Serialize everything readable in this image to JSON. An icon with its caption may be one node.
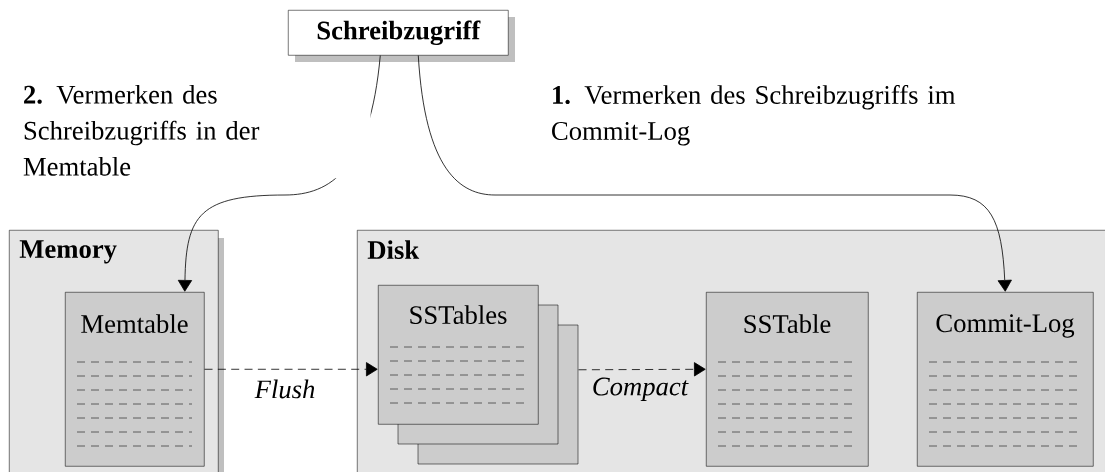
{
  "diagram": {
    "nodes": [
      {
        "text": [
          "Schreibzugriff"
        ]
      },
      {
        "text": [
          "Memory"
        ]
      },
      {
        "text": [
          "Memtable"
        ],
        "in": 1
      },
      {
        "text": [
          "Disk"
        ]
      },
      {
        "text": [
          "SSTables"
        ],
        "in": 3
      },
      {
        "text": [
          "SSTable"
        ],
        "in": 3
      },
      {
        "text": [
          "Commit-Log"
        ],
        "in": 3
      }
    ],
    "edges": [
      {
        "from": 0,
        "to": 6,
        "arrow": "to",
        "label": "**1.** Vermerken des Schreibzugriffs im Commit-Log"
      },
      {
        "from": 0,
        "to": 2,
        "arrow": "to",
        "label": "**2.** Vermerken des Schreibzugriffs in der Memtable"
      },
      {
        "from": 2,
        "to": 4,
        "arrow": "to",
        "style": "dashed",
        "label": "Flush"
      },
      {
        "from": 4,
        "to": 5,
        "arrow": "to",
        "style": "dashed",
        "label": "Compact"
      }
    ]
  }
}
